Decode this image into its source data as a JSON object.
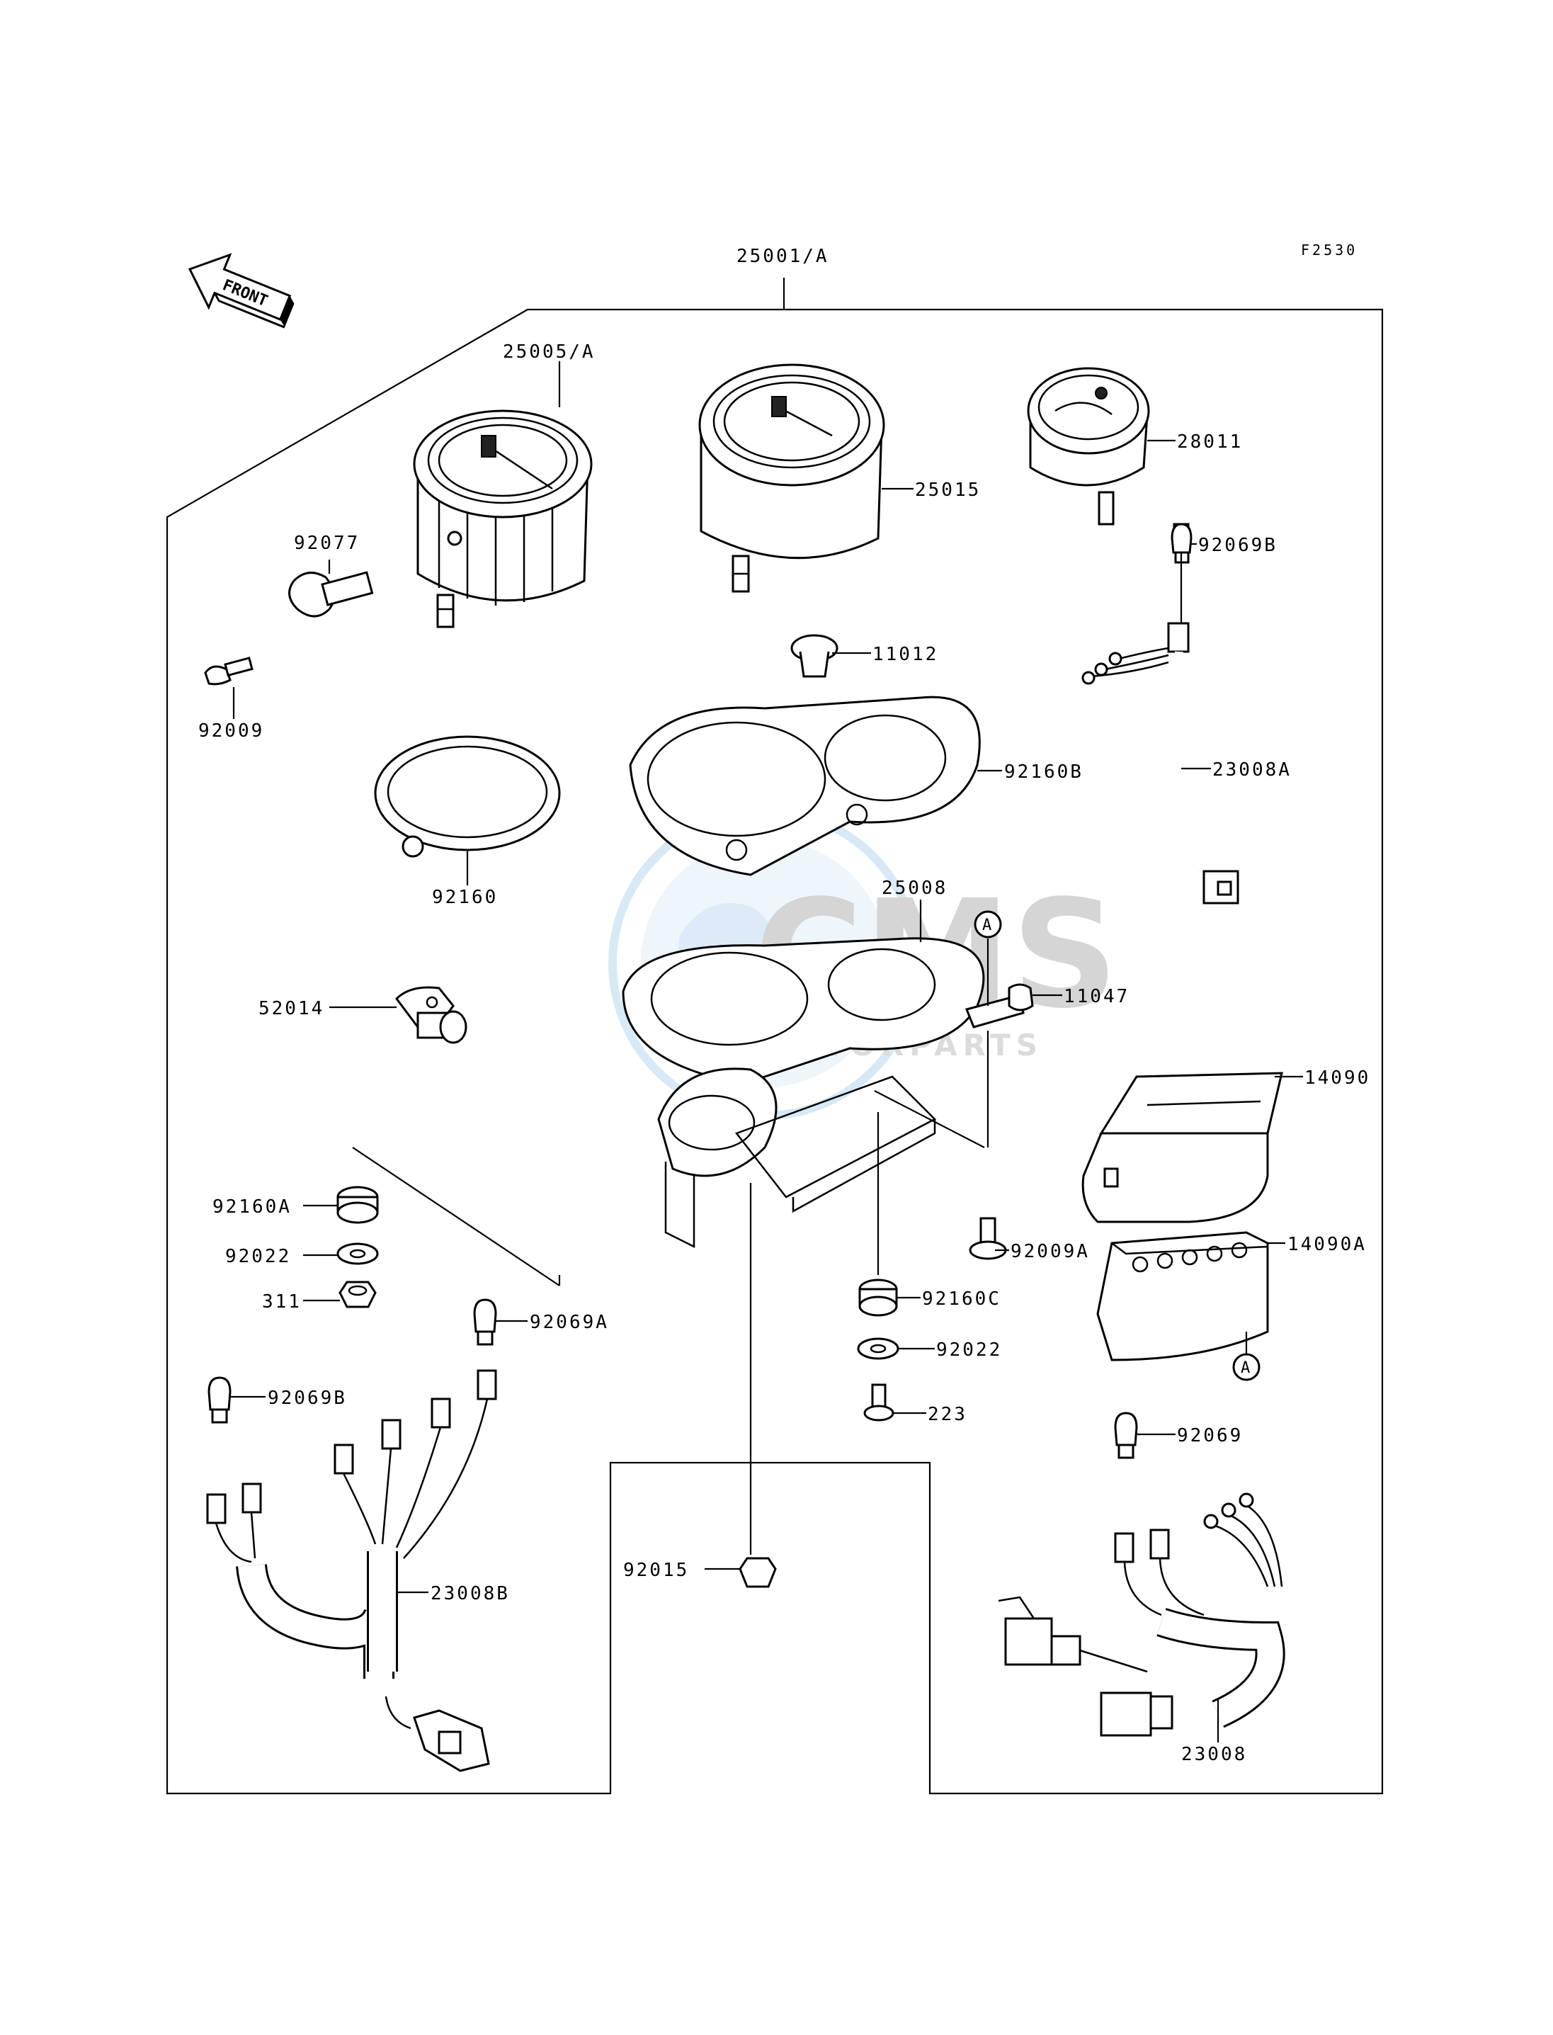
{
  "figure_code": "F2530",
  "front_label": "FRONT",
  "ref_mark": "A",
  "watermark": {
    "brand": "CMS",
    "sub": "MOTORPARTS"
  },
  "callouts": {
    "c25001A": "25001/A",
    "c25005A": "25005/A",
    "c25015": "25015",
    "c28011": "28011",
    "c92077": "92077",
    "c92009": "92009",
    "c92069B_top": "92069B",
    "c11012": "11012",
    "c92160B": "92160B",
    "c23008A": "23008A",
    "c92160": "92160",
    "c25008": "25008",
    "c52014": "52014",
    "c11047": "11047",
    "c14090": "14090",
    "c92160A": "92160A",
    "c92022_left": "92022",
    "c311": "311",
    "c92009A": "92009A",
    "c14090A": "14090A",
    "c92160C": "92160C",
    "c92069A": "92069A",
    "c92022_right": "92022",
    "c92069B_bottom": "92069B",
    "c223": "223",
    "c92069": "92069",
    "c92015": "92015",
    "c23008B": "23008B",
    "c23008": "23008"
  }
}
